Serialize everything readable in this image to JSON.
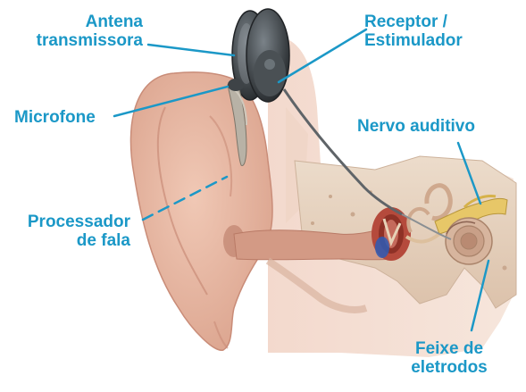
{
  "labels": {
    "antena": {
      "line1": "Antena",
      "line2": "transmissora"
    },
    "receptor": {
      "line1": "Receptor /",
      "line2": "Estimulador"
    },
    "microfone": {
      "text": "Microfone"
    },
    "nervo": {
      "text": "Nervo auditivo"
    },
    "processador": {
      "line1": "Processador",
      "line2": "de fala"
    },
    "feixe": {
      "line1": "Feixe de",
      "line2": "eletrodos"
    }
  },
  "colors": {
    "label": "#1b98c7",
    "leader": "#1b98c7",
    "skin": "#e9b9a4",
    "skin_shadow": "#c98c78",
    "canal": "#c98e79",
    "bone": "#e8d2bf",
    "device": "#3e4347"
  }
}
